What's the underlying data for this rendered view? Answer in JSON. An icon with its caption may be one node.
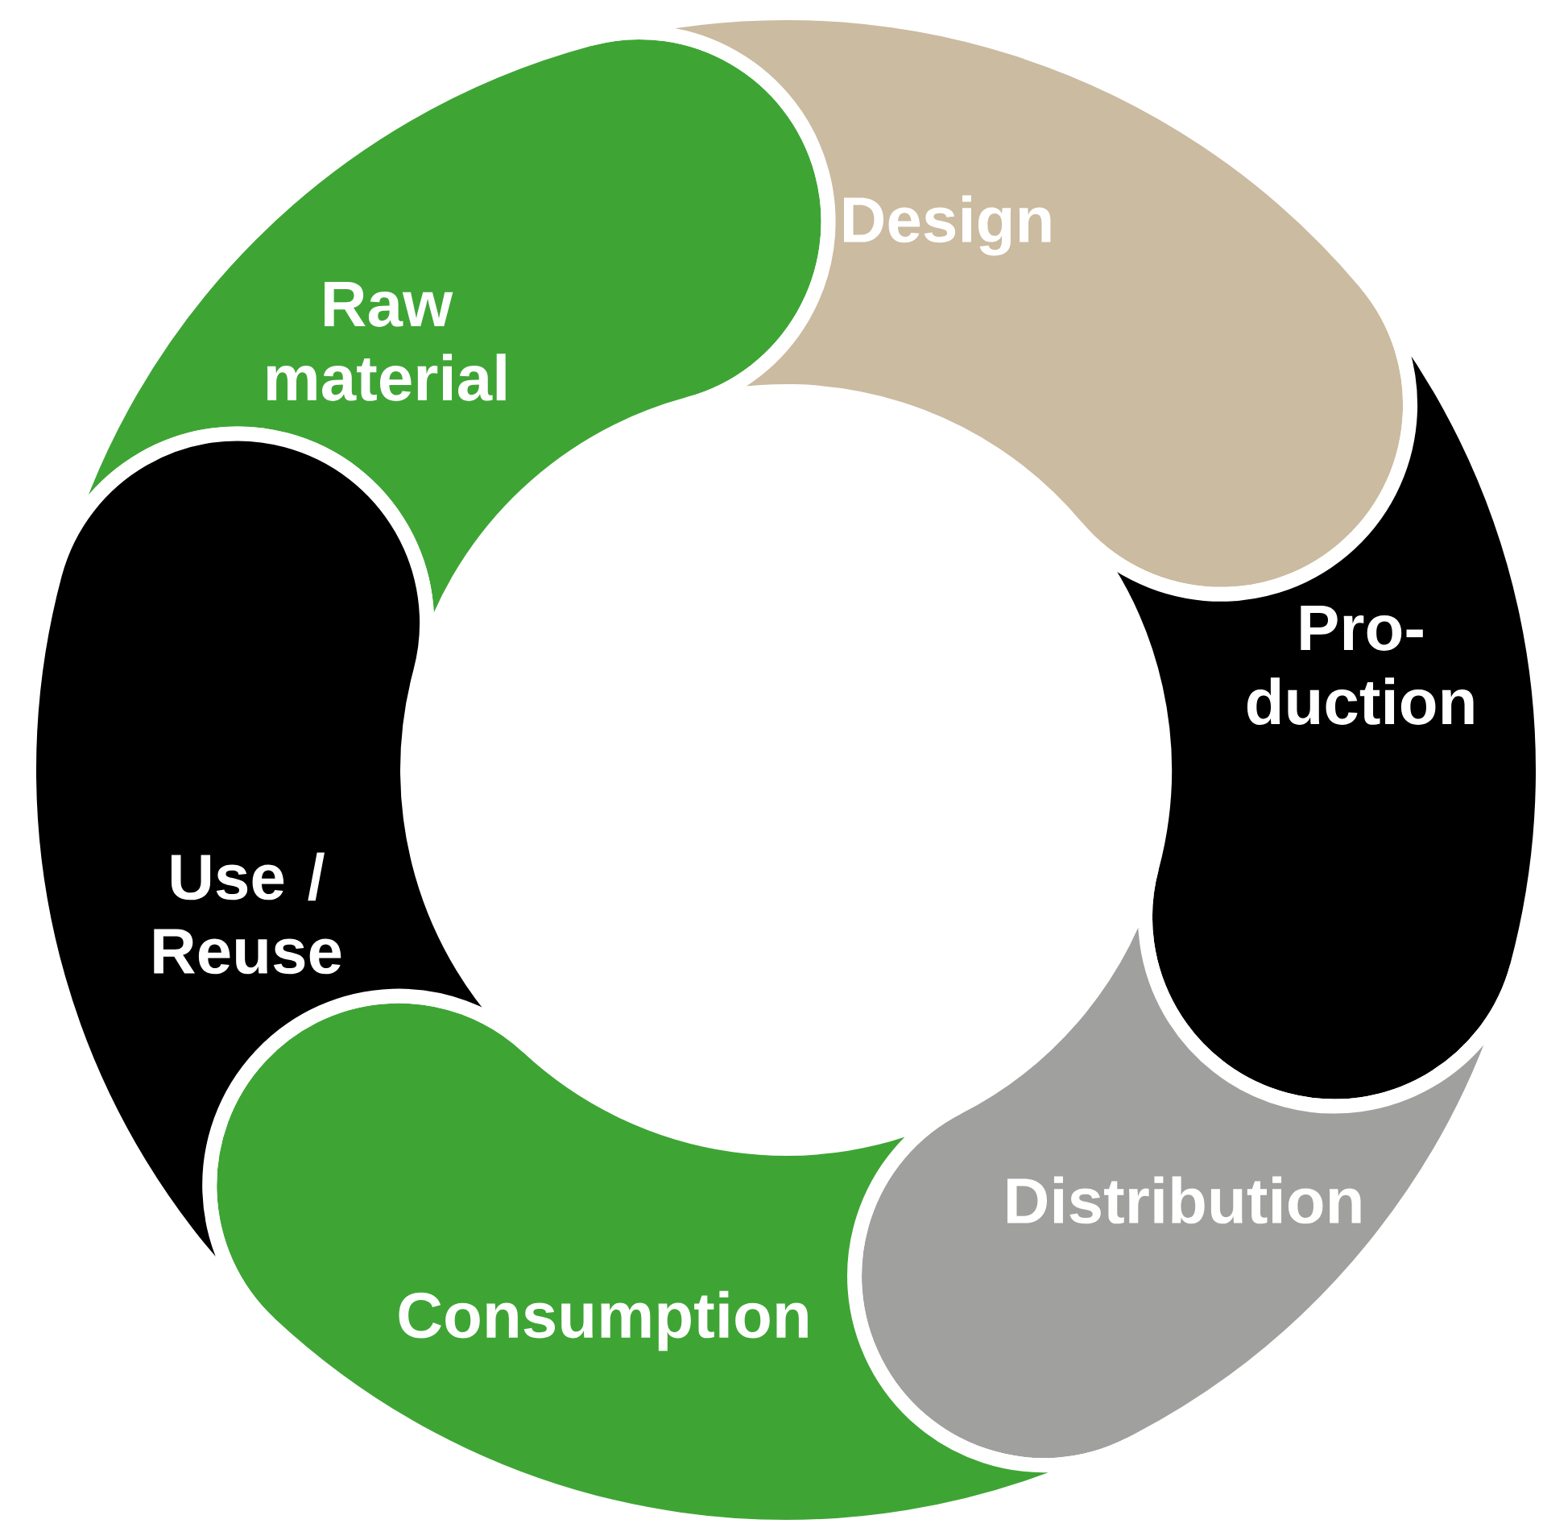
{
  "diagram": {
    "nodes": [
      {
        "text": [
          "Raw material"
        ]
      },
      {
        "text": [
          "Design"
        ]
      },
      {
        "text": [
          "Pro- duction"
        ]
      },
      {
        "text": [
          "Distribution"
        ]
      },
      {
        "text": [
          "Consumption"
        ]
      },
      {
        "text": [
          "Use / Reuse"
        ]
      }
    ]
  }
}
